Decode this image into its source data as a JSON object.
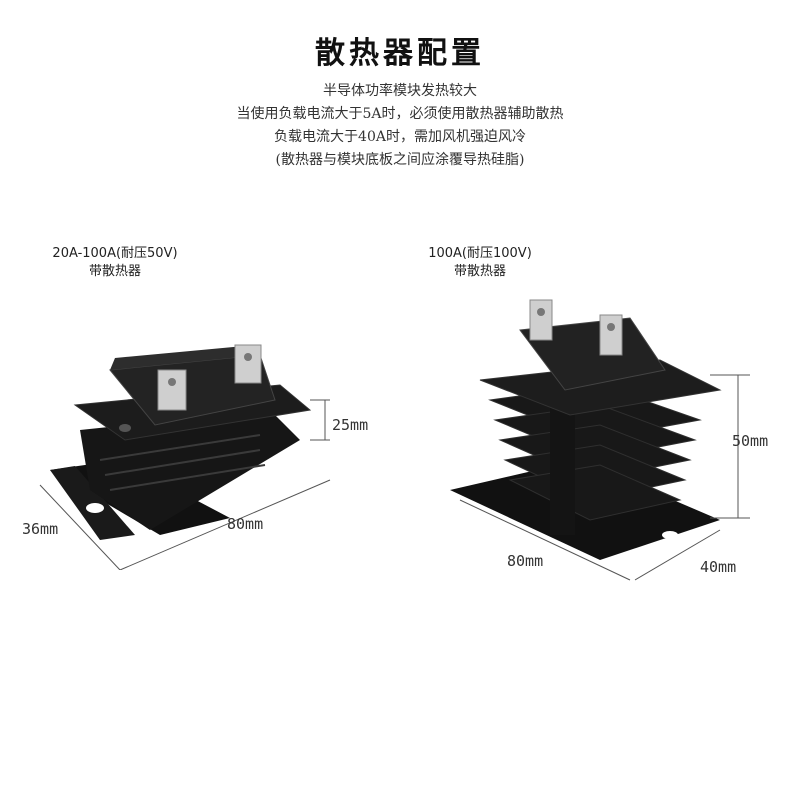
{
  "title": "散热器配置",
  "intro": [
    "半导体功率模块发热较大",
    "当使用负载电流大于5A时，必须使用散热器辅助散热",
    "负载电流大于40A时，需加风机强迫风冷",
    "(散热器与模块底板之间应涂覆导热硅脂)"
  ],
  "left_product": {
    "caption_line1": "20A-100A(耐压50V)",
    "caption_line2": "带散热器",
    "height_dim": "25mm",
    "length_dim": "80mm",
    "width_dim": "36mm"
  },
  "right_product": {
    "caption_line1": "100A(耐压100V)",
    "caption_line2": "带散热器",
    "height_dim": "50mm",
    "length_dim": "80mm",
    "width_dim": "40mm"
  },
  "colors": {
    "heatsink": "#151515",
    "module": "#1f1f1f",
    "terminal": "#c9c9c9",
    "dim_line": "#555555"
  }
}
